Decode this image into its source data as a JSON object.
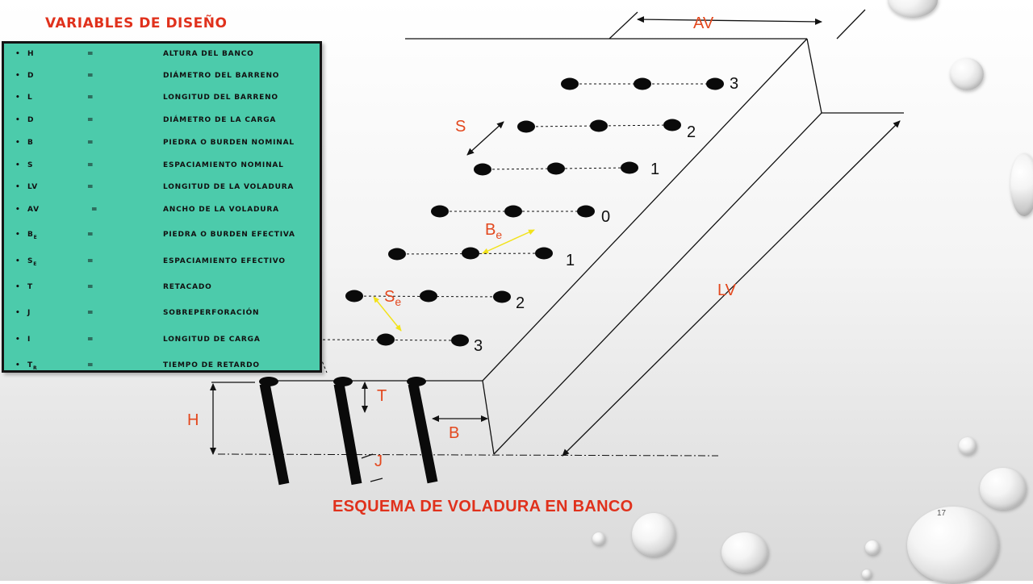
{
  "variables": {
    "title": "VARIABLES DE DISEÑO",
    "bullet": "•",
    "rows": [
      {
        "sym": "H",
        "sub": "",
        "eq": "=",
        "desc": "ALTURA DEL BANCO"
      },
      {
        "sym": "D",
        "sub": "",
        "eq": "=",
        "desc": "DIÁMETRO DEL BARRENO"
      },
      {
        "sym": "L",
        "sub": "",
        "eq": "=",
        "desc": "LONGITUD DEL BARRENO"
      },
      {
        "sym": "D",
        "sub": "",
        "eq": "=",
        "desc": "DIÁMETRO DE LA CARGA"
      },
      {
        "sym": "B",
        "sub": "",
        "eq": "=",
        "desc": "PIEDRA O BURDEN NOMINAL"
      },
      {
        "sym": "S",
        "sub": "",
        "eq": "=",
        "desc": "ESPACIAMIENTO NOMINAL"
      },
      {
        "sym": "LV",
        "sub": "",
        "eq": "=",
        "desc": "LONGITUD DE LA VOLADURA"
      },
      {
        "sym": "AV",
        "sub": "",
        "eq": "=",
        "desc": "ANCHO DE LA VOLADURA"
      },
      {
        "sym": "B",
        "sub": "E",
        "eq": "=",
        "desc": "PIEDRA O BURDEN EFECTIVA"
      },
      {
        "sym": "S",
        "sub": "E",
        "eq": "=",
        "desc": "ESPACIAMIENTO EFECTIVO"
      },
      {
        "sym": "T",
        "sub": "",
        "eq": "=",
        "desc": "RETACADO"
      },
      {
        "sym": "J",
        "sub": "",
        "eq": "=",
        "desc": "SOBREPERFORACIÓN"
      },
      {
        "sym": "I",
        "sub": "",
        "eq": "=",
        "desc": "LONGITUD DE CARGA"
      },
      {
        "sym": "T",
        "sub": "R",
        "eq": "=",
        "desc": "TIEMPO DE RETARDO"
      }
    ]
  },
  "diagram": {
    "labels": {
      "av": "AV",
      "s": "S",
      "lv": "LV",
      "t": "T",
      "h": "H",
      "j": "J",
      "b": "B",
      "be_main": "B",
      "be_sub": "e",
      "se_main": "S",
      "se_sub": "e"
    },
    "delay_numbers": [
      "3",
      "2",
      "1",
      "0",
      "1",
      "2",
      "3"
    ]
  },
  "caption": "ESQUEMA DE VOLADURA EN BANCO",
  "page_number": "17",
  "colors": {
    "accent": "#e0311c",
    "label": "#e3481e",
    "box": "#4ccbab",
    "yellow": "#f2e21b"
  }
}
